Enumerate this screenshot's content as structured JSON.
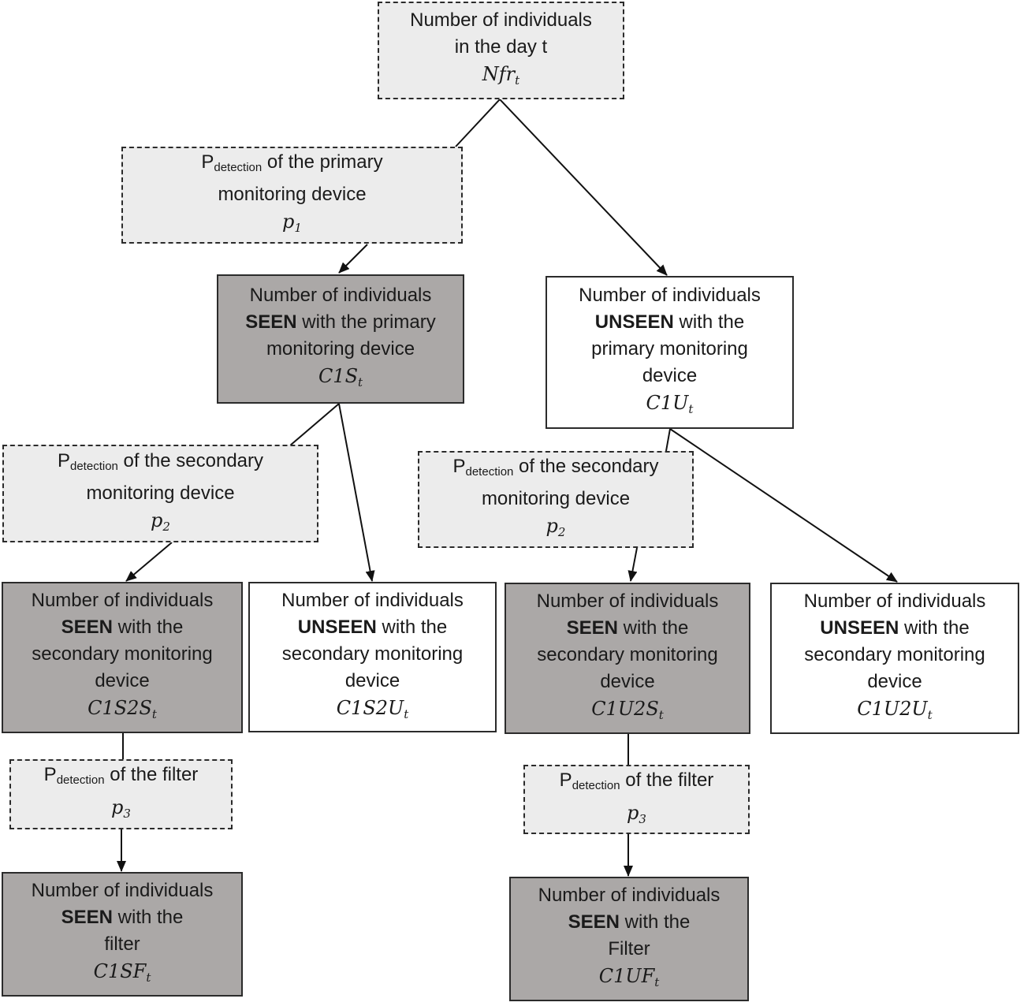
{
  "nodes": {
    "root": {
      "lines": [
        "Number of individuals",
        "in the day t"
      ],
      "var_main": "Nfr",
      "var_sub": "t"
    },
    "pd1": {
      "p": "P",
      "sub": "detection",
      "rest": " of the primary",
      "line2": "monitoring device",
      "var_main": "p",
      "var_sub": "1"
    },
    "c1s": {
      "line1": "Number of individuals",
      "bold": "SEEN",
      "bold_rest": " with the primary",
      "line3": "monitoring device",
      "var_main": "C1S",
      "var_sub": "t"
    },
    "c1u": {
      "line1": "Number of individuals",
      "bold": "UNSEEN",
      "bold_rest": " with the",
      "line3": "primary monitoring",
      "line4": "device",
      "var_main": "C1U",
      "var_sub": "t"
    },
    "pd2a": {
      "p": "P",
      "sub": "detection",
      "rest": " of the secondary",
      "line2": "monitoring device",
      "var_main": "p",
      "var_sub": "2"
    },
    "pd2b": {
      "p": "P",
      "sub": "detection",
      "rest": " of the secondary",
      "line2": "monitoring device",
      "var_main": "p",
      "var_sub": "2"
    },
    "c1s2s": {
      "line1": "Number of individuals",
      "bold": "SEEN",
      "bold_rest": " with the",
      "line3": "secondary monitoring",
      "line4": "device",
      "var_main": "C1S2S",
      "var_sub": "t"
    },
    "c1s2u": {
      "line1": "Number of individuals",
      "bold": "UNSEEN",
      "bold_rest": " with the",
      "line3": "secondary monitoring",
      "line4": "device",
      "var_main": "C1S2U",
      "var_sub": "t"
    },
    "c1u2s": {
      "line1": "Number of individuals",
      "bold": "SEEN",
      "bold_rest": " with the",
      "line3": "secondary monitoring",
      "line4": "device",
      "var_main": "C1U2S",
      "var_sub": "t"
    },
    "c1u2u": {
      "line1": "Number of individuals",
      "bold": "UNSEEN",
      "bold_rest": " with the",
      "line3": "secondary monitoring",
      "line4": "device",
      "var_main": "C1U2U",
      "var_sub": "t"
    },
    "pd3a": {
      "p": "P",
      "sub": "detection",
      "rest": " of the filter",
      "var_main": "p",
      "var_sub": "3"
    },
    "pd3b": {
      "p": "P",
      "sub": "detection",
      "rest": " of the filter",
      "var_main": "p",
      "var_sub": "3"
    },
    "c1sf": {
      "line1": "Number of individuals",
      "bold": "SEEN",
      "bold_rest": " with the",
      "line3": "filter",
      "var_main": "C1SF",
      "var_sub": "t"
    },
    "c1uf": {
      "line1": "Number of individuals",
      "bold": "SEEN",
      "bold_rest": " with the",
      "line3": "Filter",
      "var_main": "C1UF",
      "var_sub": "t"
    }
  },
  "colors": {
    "dashed_fill": "#ececec",
    "seen_fill": "#aba8a7",
    "unseen_fill": "#ffffff",
    "stroke": "#2b2b2b"
  }
}
